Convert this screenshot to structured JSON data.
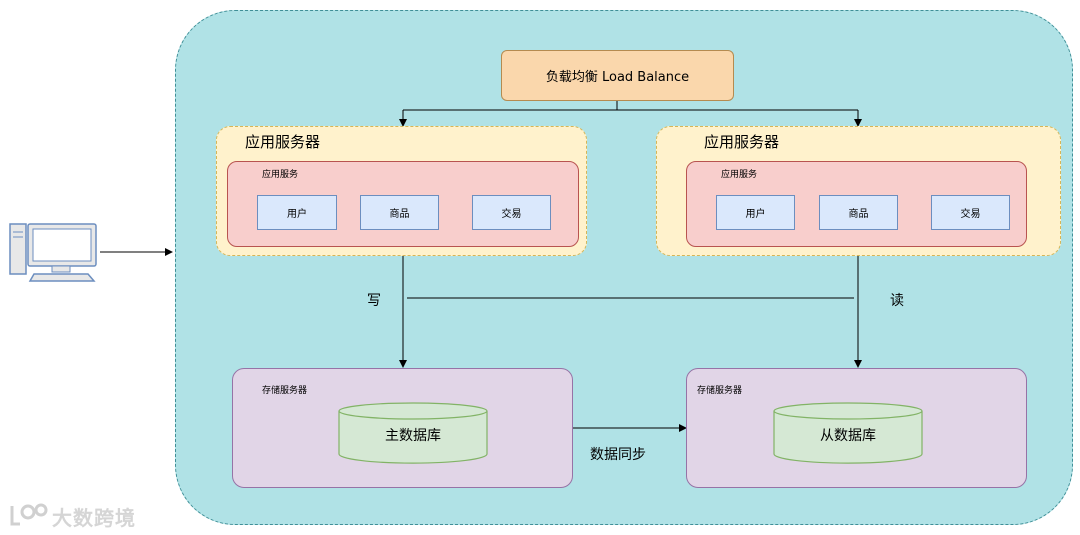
{
  "load_balancer": "负载均衡 Load Balance",
  "app_servers": [
    {
      "title": "应用服务器",
      "service_title": "应用服务",
      "modules": [
        "用户",
        "商品",
        "交易"
      ]
    },
    {
      "title": "应用服务器",
      "service_title": "应用服务",
      "modules": [
        "用户",
        "商品",
        "交易"
      ]
    }
  ],
  "write_label": "写",
  "read_label": "读",
  "storage_servers": [
    {
      "title": "存储服务器",
      "db": "主数据库"
    },
    {
      "title": "存储服务器",
      "db": "从数据库"
    }
  ],
  "sync_label": "数据同步",
  "watermark": "大数跨境",
  "colors": {
    "outer_fill": "#b0e2e6",
    "lb_fill": "#fad7ac",
    "app_server_fill": "#fff2cc",
    "app_service_fill": "#f8cecc",
    "module_fill": "#dae8fc",
    "storage_fill": "#e1d5e7",
    "db_fill": "#d5e8d4"
  },
  "icons": [
    "desktop-computer-icon",
    "watermark-logo-icon"
  ]
}
